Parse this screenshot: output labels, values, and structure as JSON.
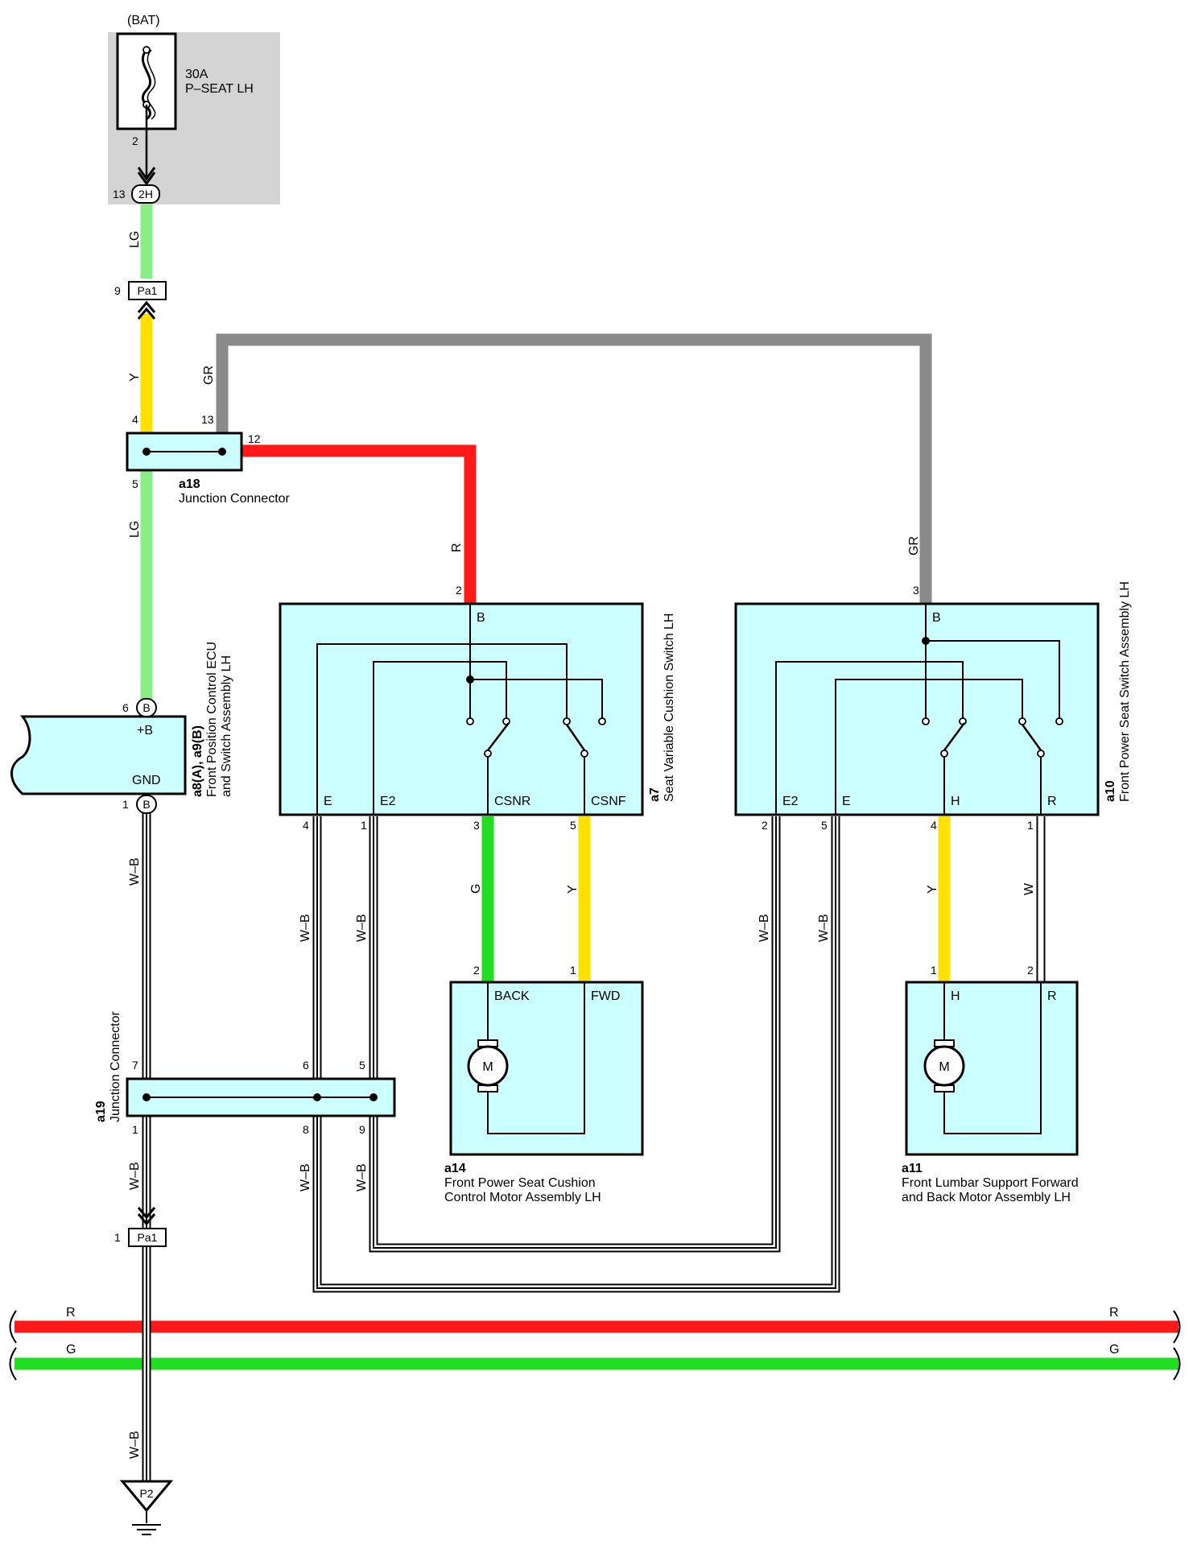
{
  "colors": {
    "LG": "#88ee88",
    "Y": "#ffe000",
    "GR": "#8a8a8a",
    "R": "#ff1a1a",
    "G": "#22dd22",
    "component_fill": "#ccffff",
    "fuse_box_fill": "#d4d4d4"
  },
  "fuse": {
    "source": "(BAT)",
    "rating": "30A",
    "name": "P–SEAT LH",
    "pin": "2",
    "connector_pin": "13",
    "connector": "2H"
  },
  "wires": {
    "lg_top": "LG",
    "y": "Y",
    "gr": "GR",
    "lg_mid": "LG",
    "r": "R",
    "gr_right": "GR",
    "wb_ecu": "W–B",
    "wb_e": "W–B",
    "wb_e2": "W–B",
    "g_csnr": "G",
    "y_csnf": "Y",
    "wb_e2b": "W–B",
    "wb_eb": "W–B",
    "y_h": "Y",
    "w_r": "W",
    "wb_8": "W–B",
    "wb_9": "W–B",
    "wb_a19": "W–B",
    "wb_ground": "W–B",
    "bus_r_left": "R",
    "bus_r_right": "R",
    "bus_g_left": "G",
    "bus_g_right": "G"
  },
  "pa1_top": {
    "pin": "9",
    "name": "Pa1"
  },
  "a18": {
    "ref": "a18",
    "name": "Junction Connector",
    "pin_4": "4",
    "pin_13": "13",
    "pin_12": "12",
    "pin_5": "5"
  },
  "ecu": {
    "ref": "a8(A), a9(B)",
    "name_1": "Front Position Control ECU",
    "name_2": "and Switch Assembly LH",
    "pin_plus_b": "6",
    "pin_gnd": "1",
    "conn_plus_b": "B",
    "conn_gnd": "B",
    "term_plus_b": "+B",
    "term_gnd": "GND"
  },
  "a7": {
    "ref": "a7",
    "name": "Seat Variable Cushion Switch LH",
    "pin_b": "2",
    "term_b": "B",
    "term_e": "E",
    "term_e2": "E2",
    "term_csnr": "CSNR",
    "term_csnf": "CSNF",
    "pin_e": "4",
    "pin_e2": "1",
    "pin_csnr": "3",
    "pin_csnf": "5"
  },
  "a10": {
    "ref": "a10",
    "name": "Front Power Seat Switch Assembly LH",
    "pin_b": "3",
    "term_b": "B",
    "term_e2": "E2",
    "term_e": "E",
    "term_h": "H",
    "term_r": "R",
    "pin_e2": "2",
    "pin_e": "5",
    "pin_h": "4",
    "pin_r": "1"
  },
  "a14": {
    "ref": "a14",
    "name_1": "Front Power Seat Cushion",
    "name_2": "Control Motor Assembly LH",
    "pin_back": "2",
    "pin_fwd": "1",
    "term_back": "BACK",
    "term_fwd": "FWD",
    "motor": "M"
  },
  "a11": {
    "ref": "a11",
    "name_1": "Front Lumbar Support Forward",
    "name_2": "and Back Motor Assembly LH",
    "pin_h": "1",
    "pin_r": "2",
    "term_h": "H",
    "term_r": "R",
    "motor": "M"
  },
  "a19": {
    "ref": "a19",
    "name": "Junction Connector",
    "pin_7": "7",
    "pin_6": "6",
    "pin_5": "5",
    "pin_1": "1",
    "pin_8": "8",
    "pin_9": "9"
  },
  "pa1_bottom": {
    "pin": "1",
    "name": "Pa1"
  },
  "ground": {
    "name": "P2"
  }
}
